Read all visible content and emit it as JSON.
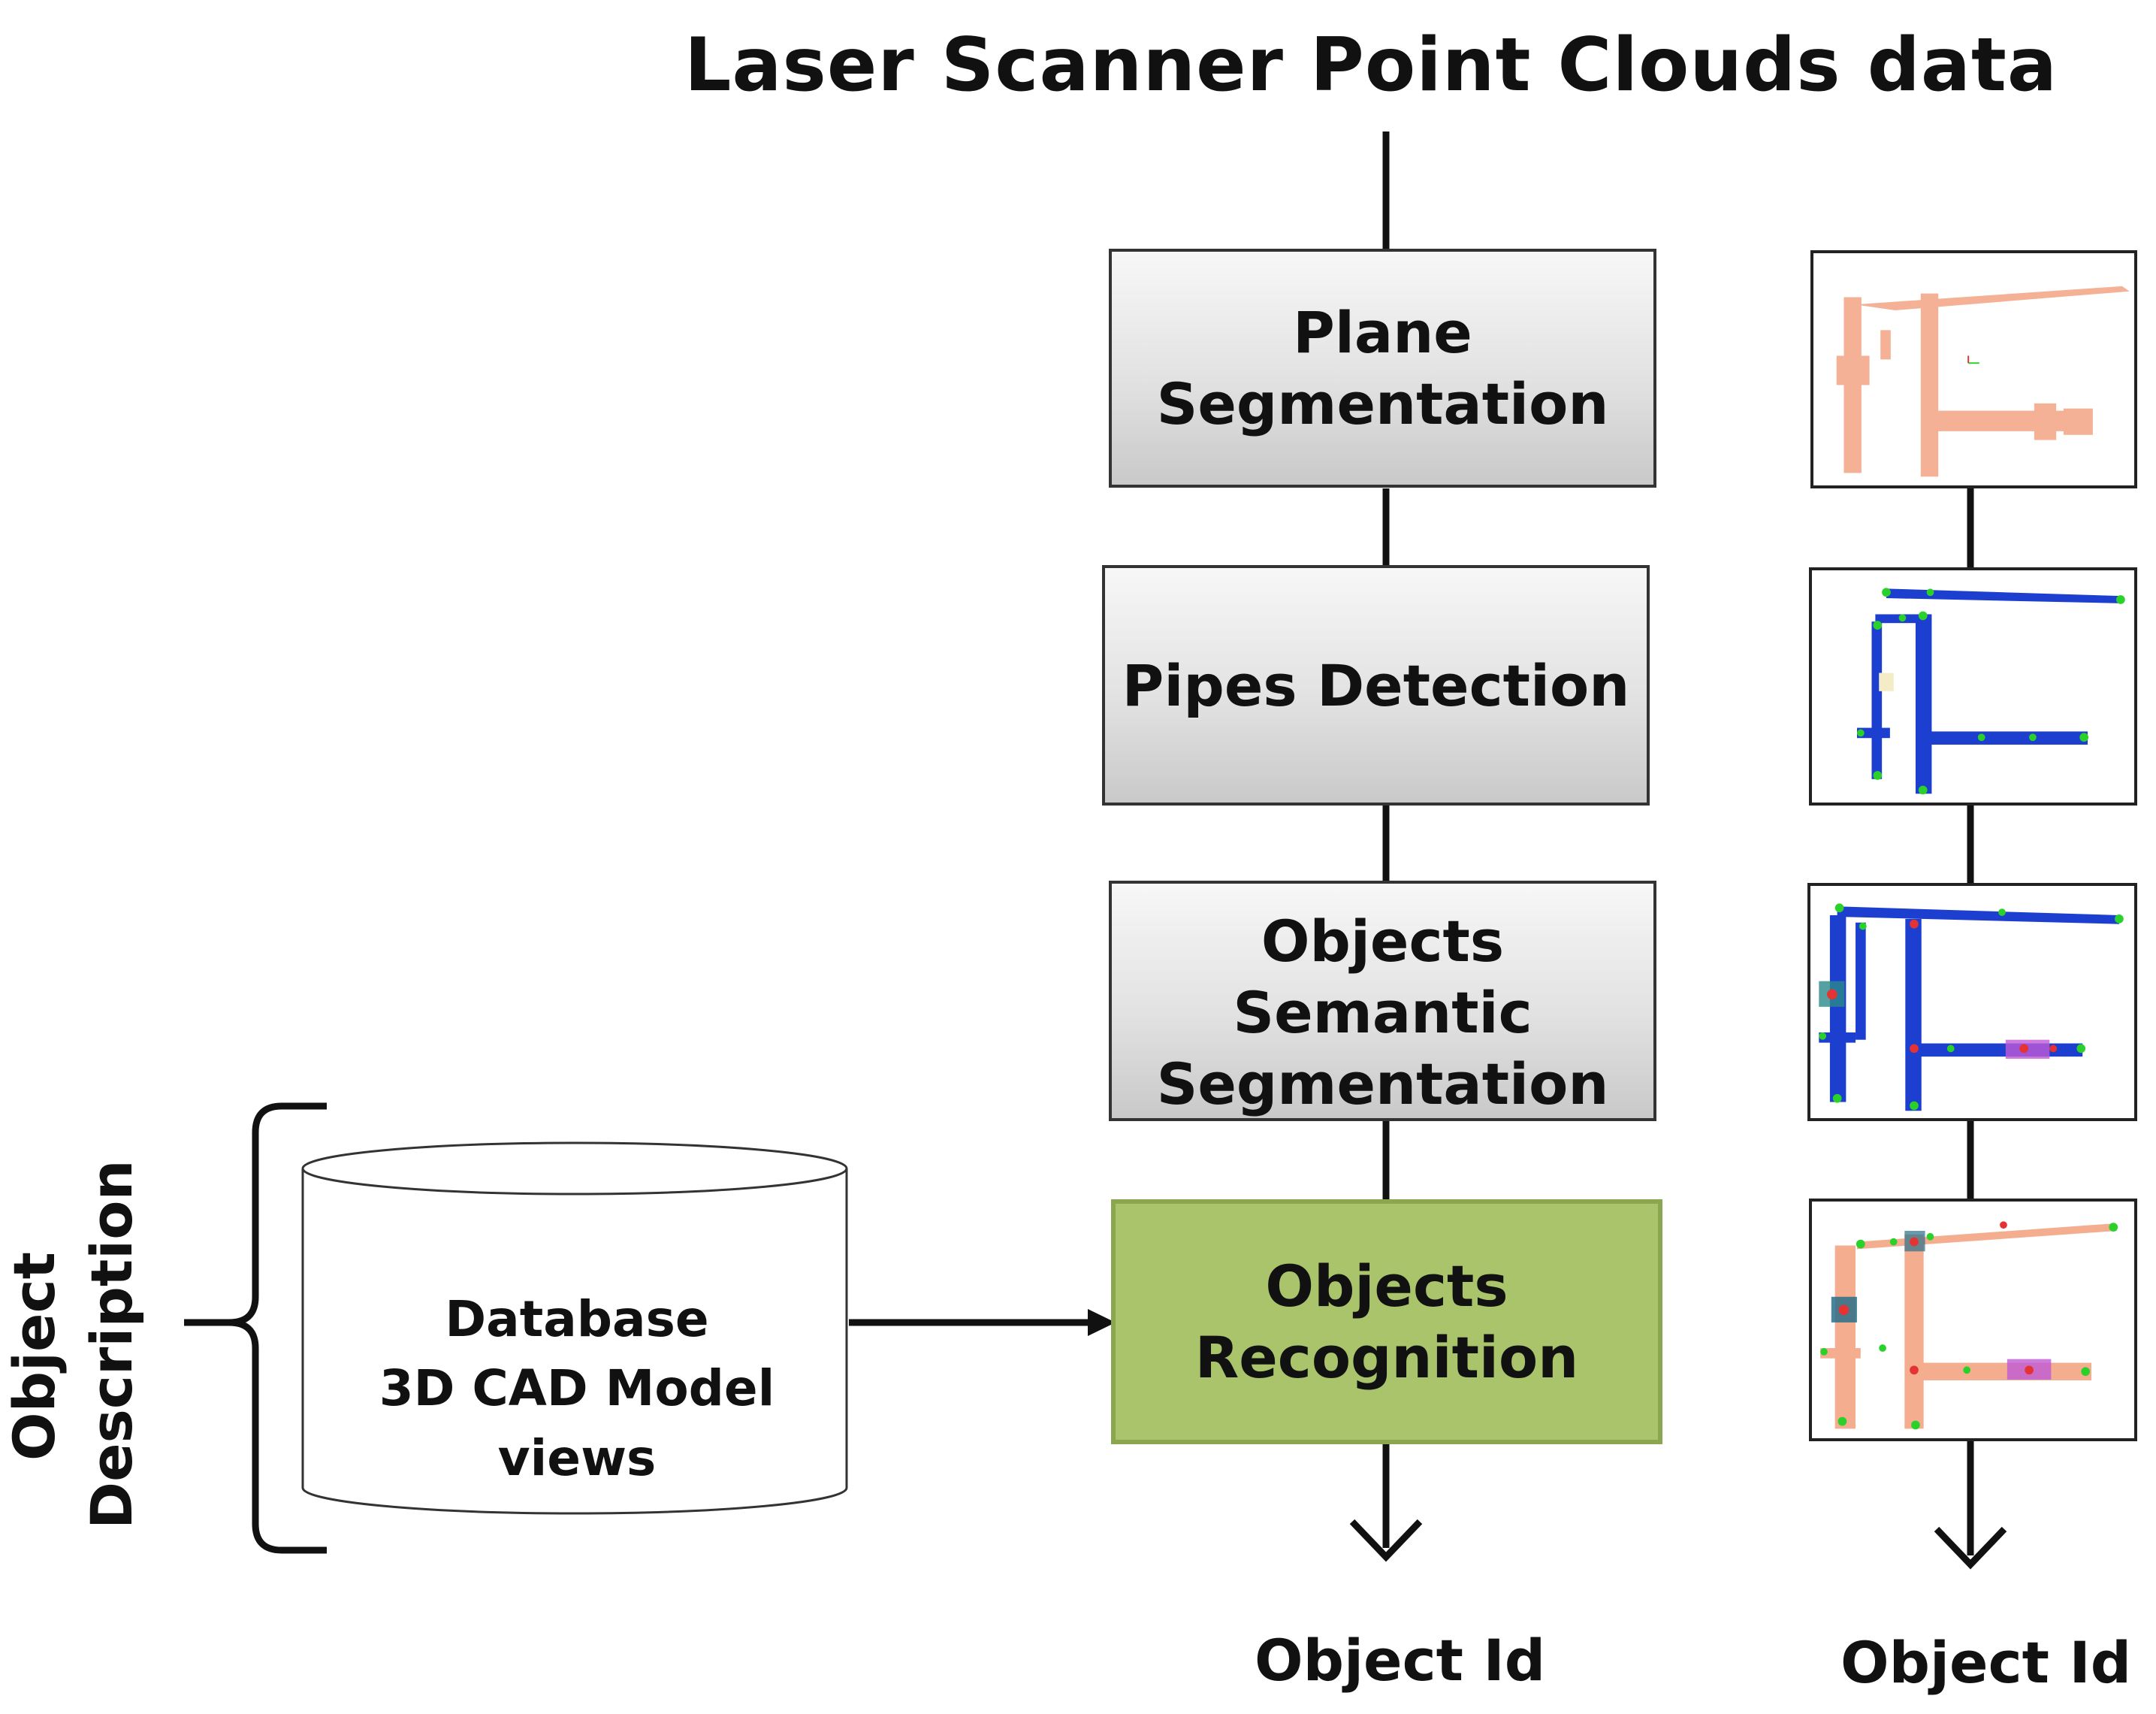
{
  "title": "Laser Scanner Point Clouds data",
  "steps": [
    {
      "label": "Plane\nSegmentation"
    },
    {
      "label": "Pipes Detection"
    },
    {
      "label": "Objects\nSemantic\nSegmentation"
    },
    {
      "label": "Objects\nRecognition"
    }
  ],
  "database": {
    "label": "Database\n3D CAD Model views"
  },
  "side_label": "Object\nDescription",
  "outputs": {
    "center": "Object Id",
    "right": "Object Id"
  },
  "colors": {
    "recognition_fill": "#a9c46a",
    "pipe_blue": "#1d3fcf",
    "cloud_salmon": "#f4a98a",
    "keypoint_green": "#2bd12b"
  }
}
